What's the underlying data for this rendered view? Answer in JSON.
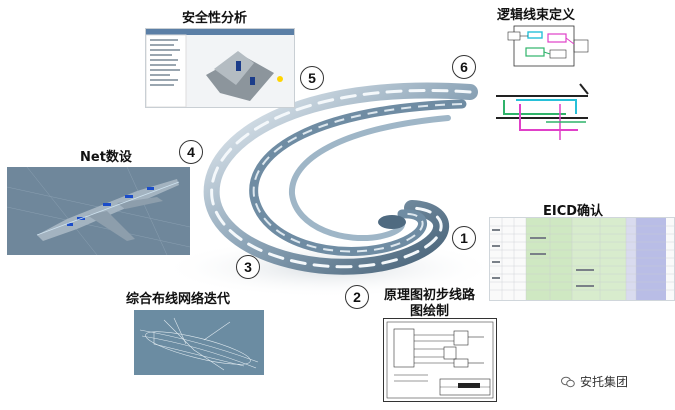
{
  "steps": [
    {
      "num": "1",
      "label": "EICD确认"
    },
    {
      "num": "2",
      "label_line1": "原理图初步线路",
      "label_line2": "图绘制"
    },
    {
      "num": "3",
      "label": "综合布线网络迭代"
    },
    {
      "num": "4",
      "label": "Net数设"
    },
    {
      "num": "5",
      "label": "安全性分析"
    },
    {
      "num": "6",
      "label": "逻辑线束定义"
    }
  ],
  "watermark": {
    "text": "安托集团",
    "icon": "wechat-icon"
  },
  "colors": {
    "spiral": "#5d7d94",
    "spiral_light": "#d6e2ea",
    "magenta": "#e040c8",
    "green": "#2fb36a",
    "cyan": "#27c0d8"
  }
}
